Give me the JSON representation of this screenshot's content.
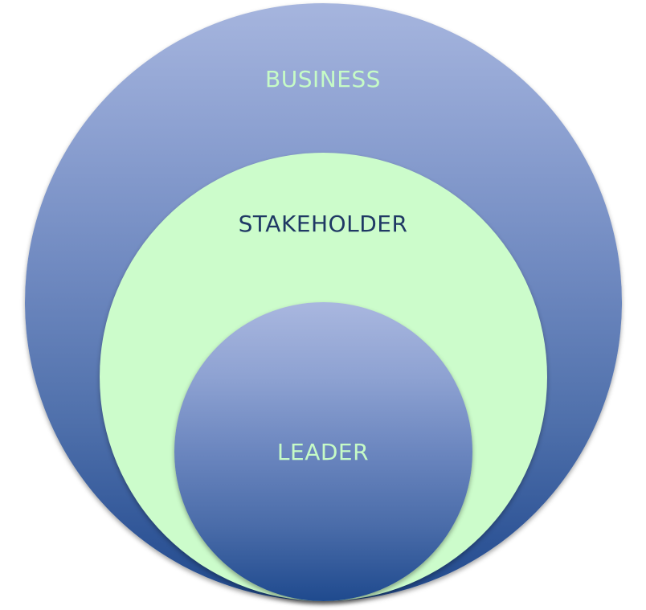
{
  "diagram": {
    "type": "nested-circles",
    "colors": {
      "outer_fill_top": "#a6b5de",
      "outer_fill_bottom": "#214a8c",
      "middle_fill": "#ccfccb",
      "inner_fill_top": "#a9b7df",
      "inner_fill_bottom": "#1f4a8e",
      "light_label": "#c6fbc6",
      "dark_label": "#1f3864"
    },
    "circles": [
      {
        "level": "outer",
        "label": "BUSINESS"
      },
      {
        "level": "middle",
        "label": "STAKEHOLDER"
      },
      {
        "level": "inner",
        "label": "LEADER"
      }
    ]
  }
}
